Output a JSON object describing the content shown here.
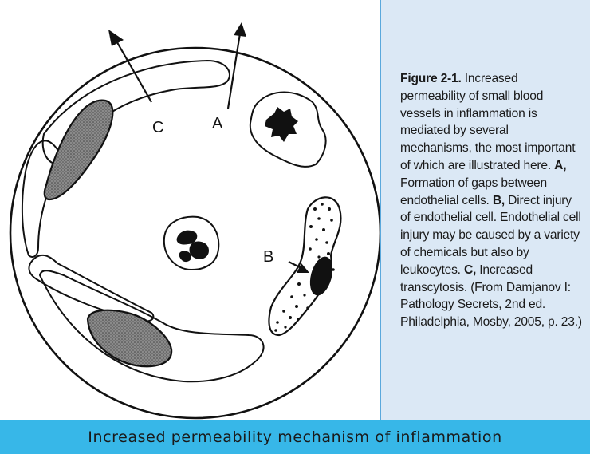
{
  "diagram": {
    "label_a": "A",
    "label_b": "B",
    "label_c": "C"
  },
  "caption": {
    "figure_number": "Figure 2-1.",
    "intro": " Increased permeability of small blood vessels in inflammation is mediated by several mechanisms, the most important of which are illustrated here. ",
    "a_marker": "A,",
    "a_text": " Formation of gaps between endothelial cells. ",
    "b_marker": "B,",
    "b_text": " Direct injury of endothelial cell. Endothelial cell injury may be caused by a variety of chemicals but also by leukocytes. ",
    "c_marker": "C,",
    "c_text": " Increased transcytosis. (From Damjanov I: Pathology Secrets, 2nd ed. Philadelphia, Mosby, 2005, p. 23.)"
  },
  "footer": {
    "title": "Increased permeability mechanism of inflammation"
  },
  "colors": {
    "caption_background": "#dbe8f5",
    "footer_background": "#37b7e8",
    "divider": "#5aa8dc"
  }
}
